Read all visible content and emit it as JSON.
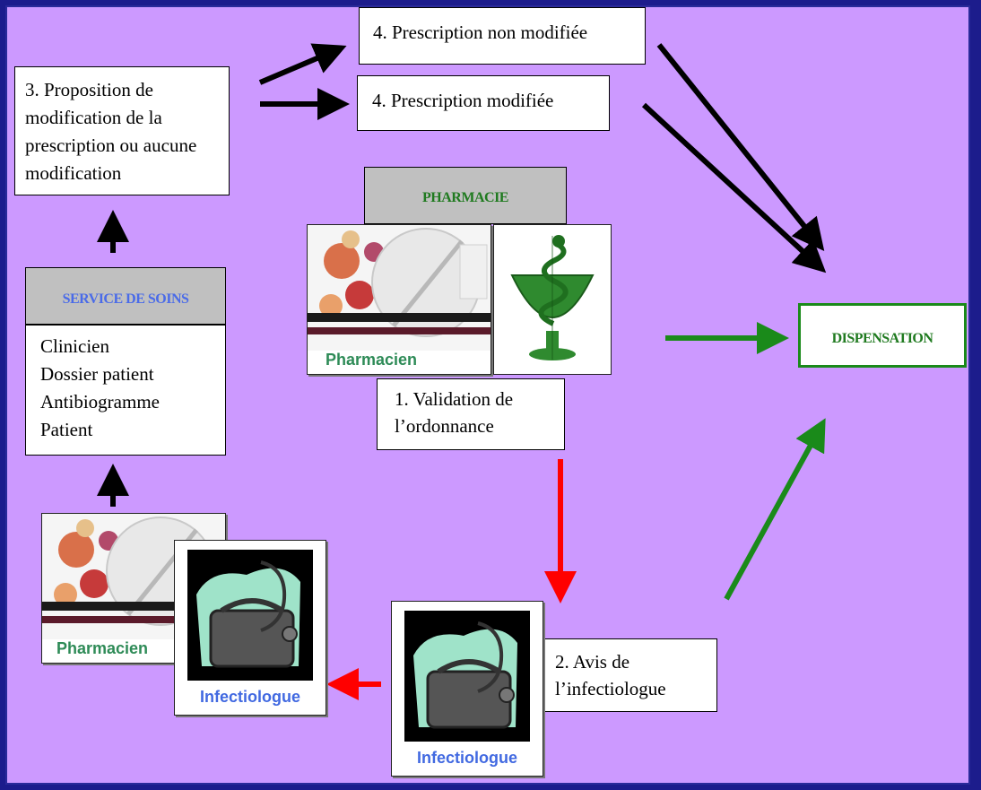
{
  "steps": {
    "step1": "1. Validation de l’ordonnance",
    "step2": "2. Avis de l’infectiologue",
    "step3": "3. Proposition de modification de la prescription ou aucune modification",
    "step4_unchanged": "4. Prescription non modifiée",
    "step4_changed": "4. Prescription modifiée"
  },
  "pharmacie": {
    "title": "PHARMACIE",
    "card_label": "Pharmacien"
  },
  "service": {
    "title": "SERVICE DE SOINS",
    "items": [
      "Clinicien",
      "Dossier patient",
      "Antibiogramme",
      "Patient"
    ]
  },
  "dispensation": {
    "title": "DISPENSATION"
  },
  "cards": {
    "pharmacien": "Pharmacien",
    "infectiologue": "Infectiologue"
  },
  "colors": {
    "background": "#cc99ff",
    "frame": "#1c1c8c",
    "pharmacie_green": "#1f7a1f",
    "service_blue": "#4a6be8",
    "pharmacien_green": "#2e8b57",
    "infectio_blue": "#4169e1",
    "arrow_black": "#000000",
    "arrow_red": "#ff0000",
    "arrow_green": "#1a8a1a"
  },
  "icons": {
    "pharmacien": "pills-photo-icon",
    "caduceus": "pharmacy-caduceus-icon",
    "infectiologue": "doctor-bag-stethoscope-icon"
  }
}
